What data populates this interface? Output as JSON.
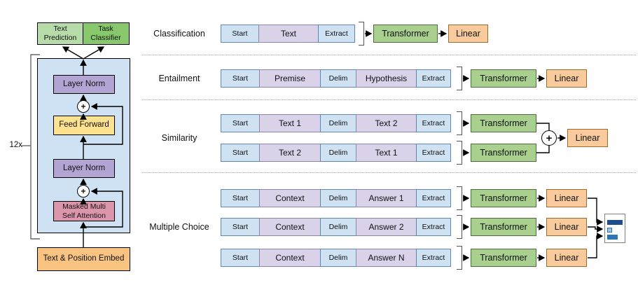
{
  "figure": {
    "left": {
      "repeat_label": "12x",
      "text_prediction": "Text Prediction",
      "task_classifier": "Task Classifier",
      "layer_norm_top": "Layer Norm",
      "feed_forward": "Feed Forward",
      "layer_norm_bottom": "Layer Norm",
      "masked_attention": "Masked Multi Self Attention",
      "embed": "Text & Position Embed",
      "add_symbol": "+"
    },
    "tasks": {
      "classification": {
        "label": "Classification",
        "row": [
          "Start",
          "Text",
          "Extract"
        ],
        "transformer": "Transformer",
        "linear": "Linear"
      },
      "entailment": {
        "label": "Entailment",
        "row": [
          "Start",
          "Premise",
          "Delim",
          "Hypothesis",
          "Extract"
        ],
        "transformer": "Transformer",
        "linear": "Linear"
      },
      "similarity": {
        "label": "Similarity",
        "rows": [
          [
            "Start",
            "Text 1",
            "Delim",
            "Text 2",
            "Extract"
          ],
          [
            "Start",
            "Text 2",
            "Delim",
            "Text 1",
            "Extract"
          ]
        ],
        "transformers": [
          "Transformer",
          "Transformer"
        ],
        "merge_symbol": "+",
        "linear": "Linear"
      },
      "multiple_choice": {
        "label": "Multiple Choice",
        "rows": [
          [
            "Start",
            "Context",
            "Delim",
            "Answer 1",
            "Extract"
          ],
          [
            "Start",
            "Context",
            "Delim",
            "Answer 2",
            "Extract"
          ],
          [
            "Start",
            "Context",
            "Delim",
            "Answer N",
            "Extract"
          ]
        ],
        "transformers": [
          "Transformer",
          "Transformer",
          "Transformer"
        ],
        "linears": [
          "Linear",
          "Linear",
          "Linear"
        ]
      }
    },
    "colors": {
      "token_cell": "#cfe2f3",
      "span_cell": "#d9d2e9",
      "transformer": "#a9d08e",
      "linear": "#f9cb9c",
      "container": "#cfe2f3",
      "text_prediction": "#b7dca9",
      "task_classifier": "#88c86c",
      "layer_norm": "#b3a5d3",
      "feed_forward": "#ffe28f",
      "masked_attention": "#dc96ac",
      "embed": "#f9c481",
      "answer_bar_dark": "#1f4e8f",
      "answer_bar_light": "#9dc3e6",
      "answer_bar_mid": "#2e75b6"
    }
  }
}
